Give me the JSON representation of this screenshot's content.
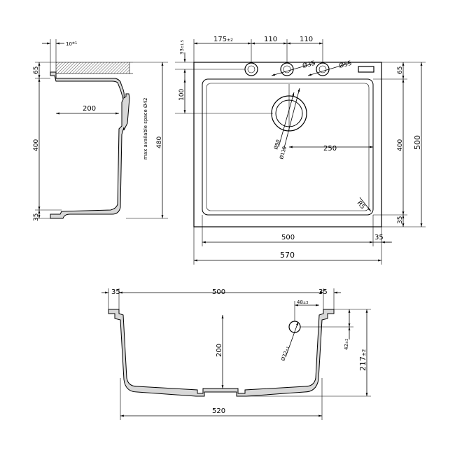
{
  "drawing": {
    "side_view": {
      "lip": "10",
      "lip_tol": "±1",
      "h_top": "65",
      "h_mid": "400",
      "h_bot": "35",
      "depth": "200",
      "note": "max available space Ø42",
      "overall": "480"
    },
    "top_view": {
      "offset": "33",
      "offset_tol": "±1.5",
      "x_tap": "175",
      "x_tap_tol": "±2",
      "gap1": "110",
      "gap2": "110",
      "hole1": "Ø35",
      "hole2": "Ø55",
      "h_top": "65",
      "h_bowl": "400",
      "h_bot": "35",
      "overall_h": "500",
      "drain_offset": "100",
      "drain_inner": "Ø90",
      "drain_outer": "Ø118",
      "drain_x": "250",
      "radius": "R5",
      "bowl_w": "500",
      "rim_w": "35",
      "total_w": "570"
    },
    "front_view": {
      "rim_left": "35",
      "bowl_w": "500",
      "rim_right": "35",
      "overflow_x": "48",
      "overflow_x_tol": "±3",
      "depth": "200",
      "overflow_y": "42",
      "overflow_y_tol": "±2",
      "overflow_d": "Ø32",
      "overflow_d_tol": "±1",
      "total_h": "217",
      "total_h_tol": "±2",
      "base_w": "520"
    }
  }
}
